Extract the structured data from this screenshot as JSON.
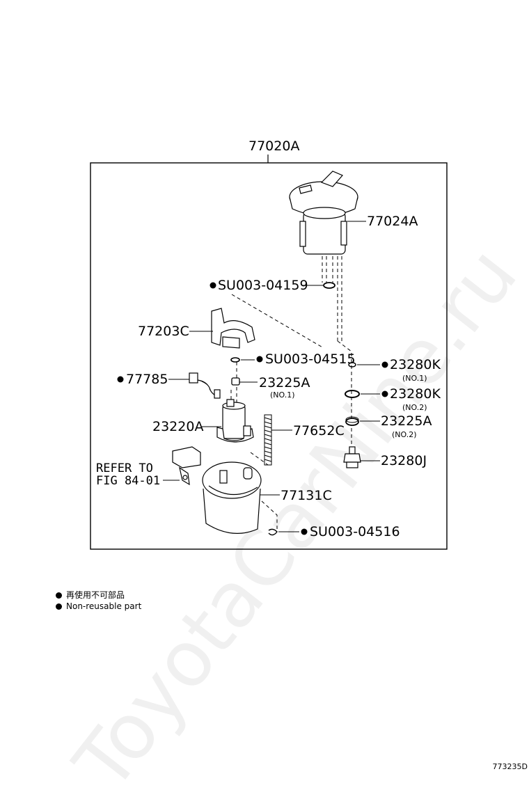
{
  "assembly_label": "77020A",
  "parts": {
    "p77024A": "77024A",
    "su04159": "SU003-04159",
    "p77203C": "77203C",
    "su04515": "SU003-04515",
    "p77785": "77785",
    "p23225A_no1": "23225A",
    "p23225A_no1_sub": "(NO.1)",
    "p23220A": "23220A",
    "p77652C": "77652C",
    "p23280K_no1": "23280K",
    "p23280K_no1_sub": "(NO.1)",
    "p23280K_no2": "23280K",
    "p23280K_no2_sub": "(NO.2)",
    "p23225A_no2": "23225A",
    "p23225A_no2_sub": "(NO.2)",
    "p23280J": "23280J",
    "p77131C": "77131C",
    "su04516": "SU003-04516",
    "refer_line1": "REFER TO",
    "refer_line2": "FIG 84-01"
  },
  "legend": {
    "line1": "再使用不可部品",
    "line2": "Non-reusable part"
  },
  "figure_code": "773235D",
  "watermark": "ToyotaCarNine.ru"
}
